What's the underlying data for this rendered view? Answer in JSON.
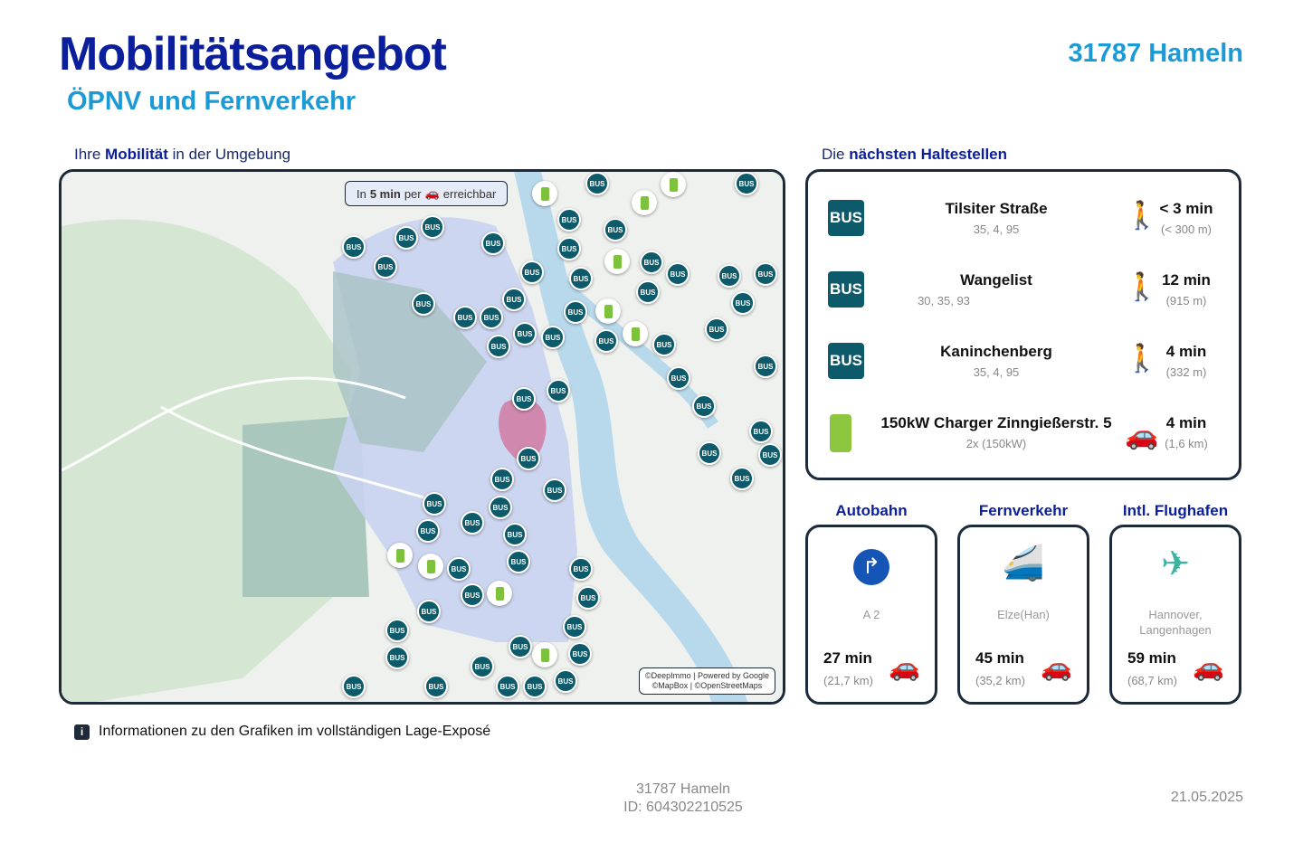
{
  "header": {
    "title": "Mobilitätsangebot",
    "subtitle": "ÖPNV und Fernverkehr",
    "city": "31787 Hameln"
  },
  "map_section": {
    "label_pre": "Ihre ",
    "label_bold": "Mobilität",
    "label_post": " in der Umgebung",
    "reach": {
      "pre": "In ",
      "bold": "5 min",
      "mid": " per ",
      "post": " erreichbar"
    },
    "bus_marker_label": "BUS",
    "attribution_line1": "©DeepImmo | Powered by Google",
    "attribution_line2": "©MapBox | ©OpenStreetMaps"
  },
  "stops_section": {
    "label_pre": "Die ",
    "label_bold": "nächsten Haltestellen",
    "stops": [
      {
        "icon": "bus-icon",
        "badge": "BUS",
        "name": "Tilsiter Straße",
        "lines": "35, 4, 95",
        "mode": "walk",
        "time": "< 3 min",
        "distance": "(< 300 m)"
      },
      {
        "icon": "bus-icon",
        "badge": "BUS",
        "name": "Wangelist",
        "lines": "30, 35, 93",
        "mode": "walk",
        "time": "12 min",
        "distance": "(915 m)"
      },
      {
        "icon": "bus-icon",
        "badge": "BUS",
        "name": "Kaninchenberg",
        "lines": "35, 4, 95",
        "mode": "walk",
        "time": "4 min",
        "distance": "(332 m)"
      },
      {
        "icon": "ev-charger-icon",
        "name": "150kW Charger Zinngießerstr. 5",
        "lines": "2x (150kW)",
        "mode": "car",
        "time": "4 min",
        "distance": "(1,6 km)"
      }
    ]
  },
  "destinations": [
    {
      "heading": "Autobahn",
      "icon": "motorway-exit-icon",
      "dest": "A 2",
      "time": "27 min",
      "distance": "(21,7 km)"
    },
    {
      "heading": "Fernverkehr",
      "icon": "train-icon",
      "dest": "Elze(Han)",
      "time": "45 min",
      "distance": "(35,2 km)"
    },
    {
      "heading": "Intl. Flughafen",
      "icon": "airplane-icon",
      "dest": "Hannover, Langenhagen",
      "time": "59 min",
      "distance": "(68,7 km)"
    }
  ],
  "footer": {
    "info": "Informationen zu den Grafiken im vollständigen Lage-Exposé",
    "info_icon": "i",
    "address": "31787 Hameln",
    "id": "ID: 604302210525",
    "date": "21.05.2025"
  }
}
